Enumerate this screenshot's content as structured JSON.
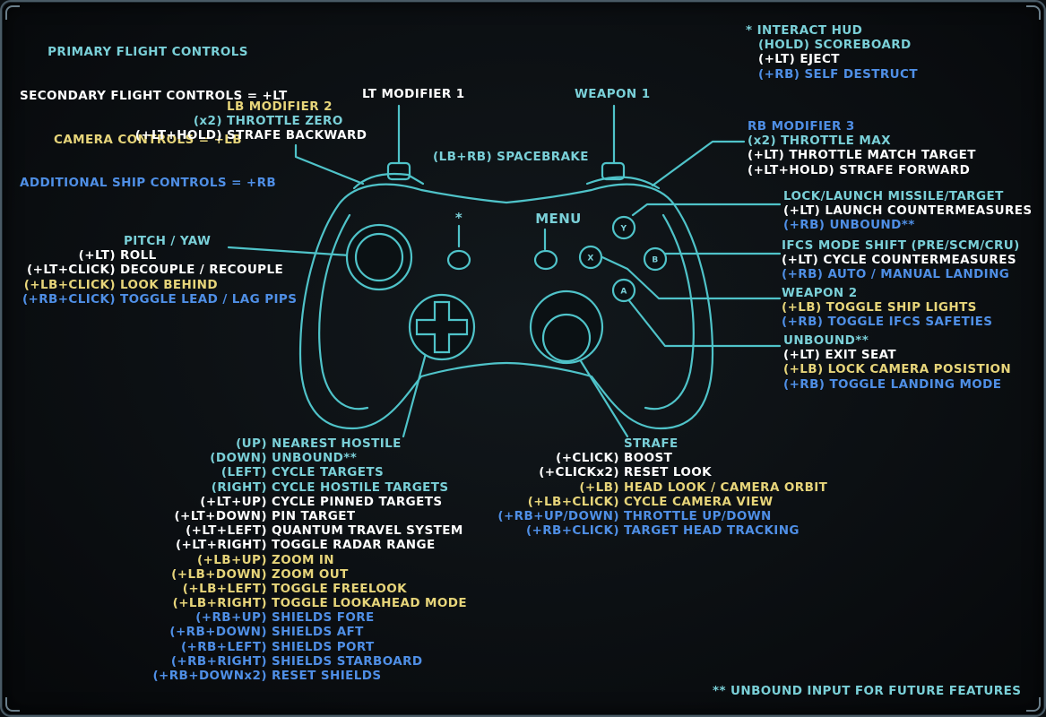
{
  "legend": {
    "primary": "PRIMARY FLIGHT CONTROLS",
    "secondary": "SECONDARY FLIGHT CONTROLS = +LT",
    "camera": "CAMERA CONTROLS = +LB",
    "additional": "ADDITIONAL SHIP CONTROLS = +RB"
  },
  "interact": [
    {
      "prefix": "* ",
      "label": "INTERACT HUD",
      "color": "teal"
    },
    {
      "prefix": "(HOLD) ",
      "label": "SCOREBOARD",
      "color": "teal"
    },
    {
      "prefix": "(+LT) ",
      "label": "EJECT",
      "color": "white"
    },
    {
      "prefix": "(+RB) ",
      "label": "SELF DESTRUCT",
      "color": "blue"
    }
  ],
  "lt_modifier": "LT MODIFIER 1",
  "weapon1": "WEAPON 1",
  "lb": [
    {
      "prefix": "",
      "label": "LB MODIFIER 2",
      "color": "yellow"
    },
    {
      "prefix": "(x2) ",
      "label": "THROTTLE ZERO",
      "color": "teal"
    },
    {
      "prefix": "(+LT+HOLD) ",
      "label": "STRAFE BACKWARD",
      "color": "white"
    }
  ],
  "spacebrake": "(LB+RB) SPACEBRAKE",
  "rb": [
    {
      "prefix": "",
      "label": "RB MODIFIER 3",
      "color": "blue"
    },
    {
      "prefix": "(x2) ",
      "label": "THROTTLE MAX",
      "color": "teal"
    },
    {
      "prefix": "(+LT) ",
      "label": "THROTTLE MATCH TARGET",
      "color": "white"
    },
    {
      "prefix": "(+LT+HOLD) ",
      "label": "STRAFE FORWARD",
      "color": "white"
    }
  ],
  "y_button": [
    {
      "prefix": "",
      "label": "LOCK/LAUNCH MISSILE/TARGET",
      "color": "teal"
    },
    {
      "prefix": "(+LT) ",
      "label": "LAUNCH COUNTERMEASURES",
      "color": "white"
    },
    {
      "prefix": "(+RB) ",
      "label": "UNBOUND**",
      "color": "blue"
    }
  ],
  "b_button": [
    {
      "prefix": "",
      "label": "IFCS MODE SHIFT (PRE/SCM/CRU)",
      "color": "teal"
    },
    {
      "prefix": "(+LT) ",
      "label": "CYCLE COUNTERMEASURES",
      "color": "white"
    },
    {
      "prefix": "(+RB) ",
      "label": "AUTO / MANUAL LANDING",
      "color": "blue"
    }
  ],
  "x_button": [
    {
      "prefix": "",
      "label": "WEAPON 2",
      "color": "teal"
    },
    {
      "prefix": "(+LB) ",
      "label": "TOGGLE SHIP LIGHTS",
      "color": "yellow"
    },
    {
      "prefix": "(+RB) ",
      "label": "TOGGLE IFCS SAFETIES",
      "color": "blue"
    }
  ],
  "a_button": [
    {
      "prefix": "",
      "label": "UNBOUND**",
      "color": "teal"
    },
    {
      "prefix": "(+LT) ",
      "label": "EXIT SEAT",
      "color": "white"
    },
    {
      "prefix": "(+LB) ",
      "label": "LOCK CAMERA POSISTION",
      "color": "yellow"
    },
    {
      "prefix": "(+RB) ",
      "label": "TOGGLE LANDING MODE",
      "color": "blue"
    }
  ],
  "left_stick": [
    {
      "prefix": "",
      "label": "PITCH / YAW",
      "color": "teal"
    },
    {
      "prefix": "(+LT) ",
      "label": "ROLL",
      "color": "white"
    },
    {
      "prefix": "(+LT+CLICK) ",
      "label": "DECOUPLE / RECOUPLE",
      "color": "white"
    },
    {
      "prefix": "(+LB+CLICK) ",
      "label": "LOOK BEHIND",
      "color": "yellow"
    },
    {
      "prefix": "(+RB+CLICK) ",
      "label": "TOGGLE LEAD / LAG PIPS",
      "color": "blue"
    }
  ],
  "dpad": [
    {
      "prefix": "(UP) ",
      "label": "NEAREST HOSTILE",
      "color": "teal"
    },
    {
      "prefix": "(DOWN) ",
      "label": "UNBOUND**",
      "color": "teal"
    },
    {
      "prefix": "(LEFT) ",
      "label": "CYCLE TARGETS",
      "color": "teal"
    },
    {
      "prefix": "(RIGHT) ",
      "label": "CYCLE HOSTILE TARGETS",
      "color": "teal"
    },
    {
      "prefix": "(+LT+UP) ",
      "label": "CYCLE PINNED TARGETS",
      "color": "white"
    },
    {
      "prefix": "(+LT+DOWN) ",
      "label": "PIN TARGET",
      "color": "white"
    },
    {
      "prefix": "(+LT+LEFT) ",
      "label": "QUANTUM TRAVEL SYSTEM",
      "color": "white"
    },
    {
      "prefix": "(+LT+RIGHT) ",
      "label": "TOGGLE RADAR RANGE",
      "color": "white"
    },
    {
      "prefix": "(+LB+UP) ",
      "label": "ZOOM IN",
      "color": "yellow"
    },
    {
      "prefix": "(+LB+DOWN) ",
      "label": "ZOOM OUT",
      "color": "yellow"
    },
    {
      "prefix": "(+LB+LEFT) ",
      "label": "TOGGLE FREELOOK",
      "color": "yellow"
    },
    {
      "prefix": "(+LB+RIGHT) ",
      "label": "TOGGLE LOOKAHEAD MODE",
      "color": "yellow"
    },
    {
      "prefix": "(+RB+UP) ",
      "label": "SHIELDS FORE",
      "color": "blue"
    },
    {
      "prefix": "(+RB+DOWN) ",
      "label": "SHIELDS AFT",
      "color": "blue"
    },
    {
      "prefix": "(+RB+LEFT) ",
      "label": "SHIELDS PORT",
      "color": "blue"
    },
    {
      "prefix": "(+RB+RIGHT) ",
      "label": "SHIELDS STARBOARD",
      "color": "blue"
    },
    {
      "prefix": "(+RB+DOWNx2) ",
      "label": "RESET SHIELDS",
      "color": "blue"
    }
  ],
  "right_stick": [
    {
      "prefix": "",
      "label": "STRAFE",
      "color": "teal"
    },
    {
      "prefix": "(+CLICK) ",
      "label": "BOOST",
      "color": "white"
    },
    {
      "prefix": "(+CLICKx2) ",
      "label": "RESET LOOK",
      "color": "white"
    },
    {
      "prefix": "(+LB) ",
      "label": "HEAD LOOK / CAMERA ORBIT",
      "color": "yellow"
    },
    {
      "prefix": "(+LB+CLICK) ",
      "label": "CYCLE CAMERA VIEW",
      "color": "yellow"
    },
    {
      "prefix": "(+RB+UP/DOWN) ",
      "label": "THROTTLE UP/DOWN",
      "color": "blue"
    },
    {
      "prefix": "(+RB+CLICK) ",
      "label": "TARGET HEAD TRACKING",
      "color": "blue"
    }
  ],
  "footnote": "** UNBOUND INPUT FOR FUTURE FEATURES",
  "controller": {
    "btn_y": "Y",
    "btn_x": "X",
    "btn_b": "B",
    "btn_a": "A",
    "menu": "MENU",
    "star": "*"
  },
  "colors": {
    "teal": "#7ad0d8",
    "white": "#ffffff",
    "yellow": "#e7d57a",
    "blue": "#4f8fe6",
    "line": "#4fc3c9",
    "background": "#0b0f12"
  }
}
